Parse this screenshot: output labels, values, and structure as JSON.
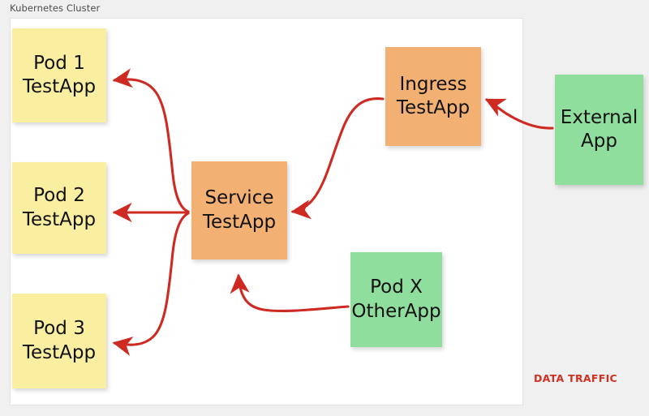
{
  "diagram": {
    "title": "Kubernetes Cluster",
    "background_color": "#f0f0f0",
    "cluster_background_color": "#ffffff",
    "arrow_color": "#cf2a22",
    "legend": {
      "data_traffic_label": "DATA TRAFFIC",
      "data_traffic_color": "#cf3022"
    },
    "nodes": [
      {
        "id": "pod1",
        "line1": "Pod 1",
        "line2": "TestApp",
        "color": "#faefa1",
        "kind": "pod"
      },
      {
        "id": "pod2",
        "line1": "Pod 2",
        "line2": "TestApp",
        "color": "#faefa1",
        "kind": "pod"
      },
      {
        "id": "pod3",
        "line1": "Pod 3",
        "line2": "TestApp",
        "color": "#faefa1",
        "kind": "pod"
      },
      {
        "id": "service",
        "line1": "Service",
        "line2": "TestApp",
        "color": "#f2b073",
        "kind": "service"
      },
      {
        "id": "ingress",
        "line1": "Ingress",
        "line2": "TestApp",
        "color": "#f2b073",
        "kind": "ingress"
      },
      {
        "id": "podx",
        "line1": "Pod X",
        "line2": "OtherApp",
        "color": "#90de9e",
        "kind": "pod"
      },
      {
        "id": "external",
        "line1": "External",
        "line2": "App",
        "color": "#90de9e",
        "kind": "external"
      }
    ],
    "edges": [
      {
        "id": "external-to-ingress",
        "from": "external",
        "to": "ingress",
        "label": ""
      },
      {
        "id": "ingress-to-service",
        "from": "ingress",
        "to": "service",
        "label": ""
      },
      {
        "id": "podx-to-service",
        "from": "podx",
        "to": "service",
        "label": ""
      },
      {
        "id": "service-to-pod1",
        "from": "service",
        "to": "pod1",
        "label": ""
      },
      {
        "id": "service-to-pod2",
        "from": "service",
        "to": "pod2",
        "label": ""
      },
      {
        "id": "service-to-pod3",
        "from": "service",
        "to": "pod3",
        "label": ""
      }
    ]
  }
}
